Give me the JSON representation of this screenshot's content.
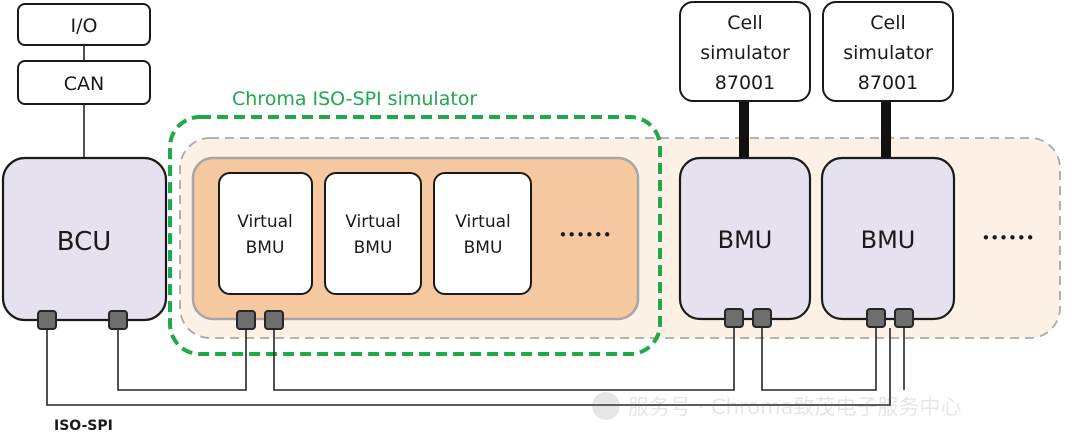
{
  "diagram": {
    "io_label": "I/O",
    "can_label": "CAN",
    "simulator_title": "Chroma ISO-SPI simulator",
    "bcu_label": "BCU",
    "virtual_bmus": [
      {
        "line1": "Virtual",
        "line2": "BMU"
      },
      {
        "line1": "Virtual",
        "line2": "BMU"
      },
      {
        "line1": "Virtual",
        "line2": "BMU"
      }
    ],
    "virtual_ellipsis": "••••••",
    "bmus": [
      {
        "label": "BMU",
        "cell_sim": {
          "line1": "Cell",
          "line2": "simulator",
          "line3": "87001"
        }
      },
      {
        "label": "BMU",
        "cell_sim": {
          "line1": "Cell",
          "line2": "simulator",
          "line3": "87001"
        }
      }
    ],
    "bmu_ellipsis": "••••••",
    "bus_label": "ISO-SPI",
    "watermark": "服务号 · Chroma致茂电子服务中心"
  },
  "colors": {
    "box_purple": "#e6e1ef",
    "simulator_green": "#1fa94a",
    "orange_fill": "#f6c8a0",
    "peach_fill": "#fdf0e5",
    "port": "#6e6e6e"
  }
}
